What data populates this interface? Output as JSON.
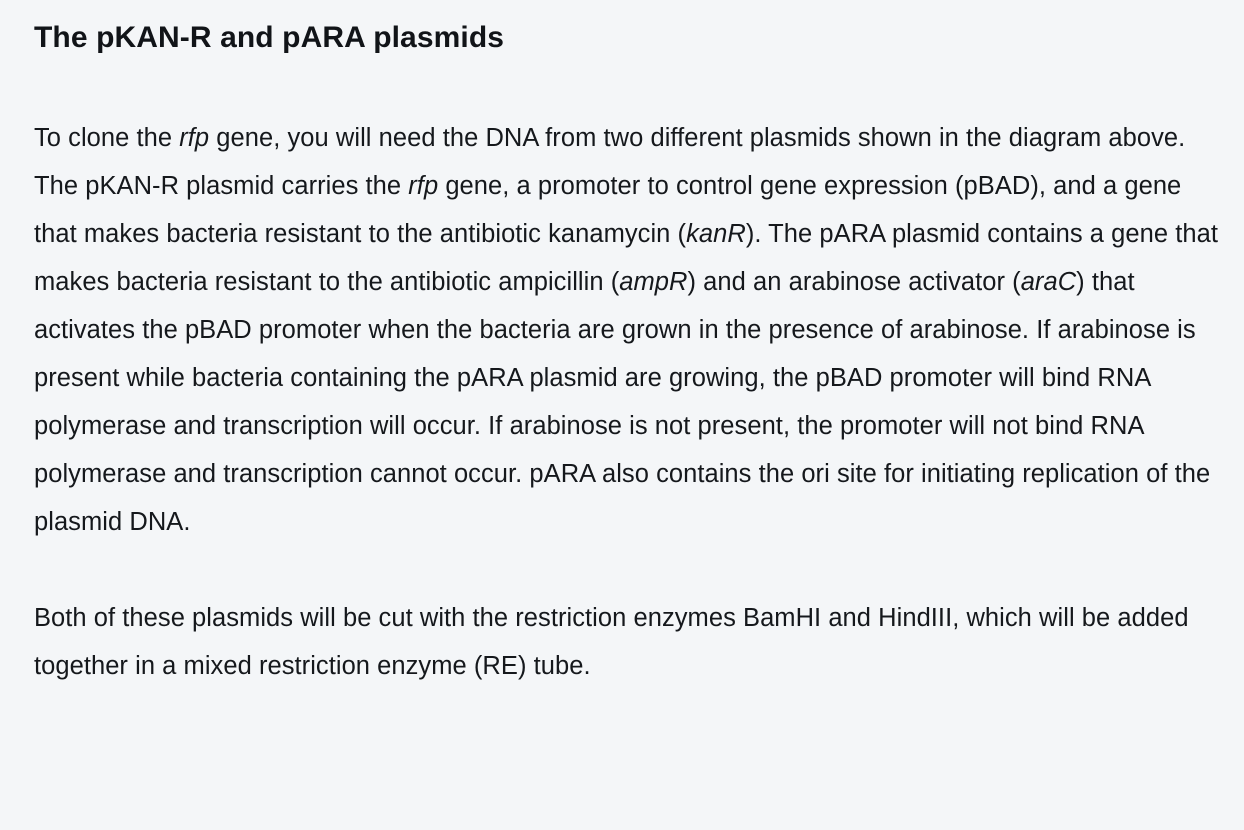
{
  "document": {
    "title": "The pKAN-R and pARA plasmids",
    "background_color": "#f4f6f8",
    "text_color": "#15181c",
    "paragraphs": [
      {
        "id": "plasmid-description",
        "segments": [
          {
            "text": "To clone the ",
            "style": "normal"
          },
          {
            "text": "rfp",
            "style": "italic"
          },
          {
            "text": " gene, you will need the DNA from two different plasmids shown in the diagram above. The pKAN-R plasmid carries the ",
            "style": "normal"
          },
          {
            "text": "rfp",
            "style": "italic"
          },
          {
            "text": " gene, a promoter to control gene expression (pBAD), and a gene that makes bacteria resistant to the antibiotic kanamycin (",
            "style": "normal"
          },
          {
            "text": "kanR",
            "style": "italic"
          },
          {
            "text": "). The pARA plasmid contains a gene that makes bacteria resistant to the antibiotic ampicillin (",
            "style": "normal"
          },
          {
            "text": "ampR",
            "style": "italic"
          },
          {
            "text": ") and an arabinose activator (",
            "style": "normal"
          },
          {
            "text": "araC",
            "style": "italic"
          },
          {
            "text": ") that activates the pBAD promoter when the bacteria are grown in the presence of arabinose. If arabinose is present while bacteria containing the pARA plasmid are growing, the pBAD promoter will bind RNA polymerase and transcription will occur. If arabinose is not present, the promoter will not bind RNA polymerase and transcription cannot occur. pARA also contains the ori site for initiating replication of the plasmid DNA.",
            "style": "normal"
          }
        ]
      },
      {
        "id": "restriction-enzymes",
        "segments": [
          {
            "text": "Both of these plasmids will be cut with the restriction enzymes BamHI and HindIII, which will be added together in a mixed restriction enzyme (RE) tube.",
            "style": "normal"
          }
        ]
      }
    ]
  }
}
